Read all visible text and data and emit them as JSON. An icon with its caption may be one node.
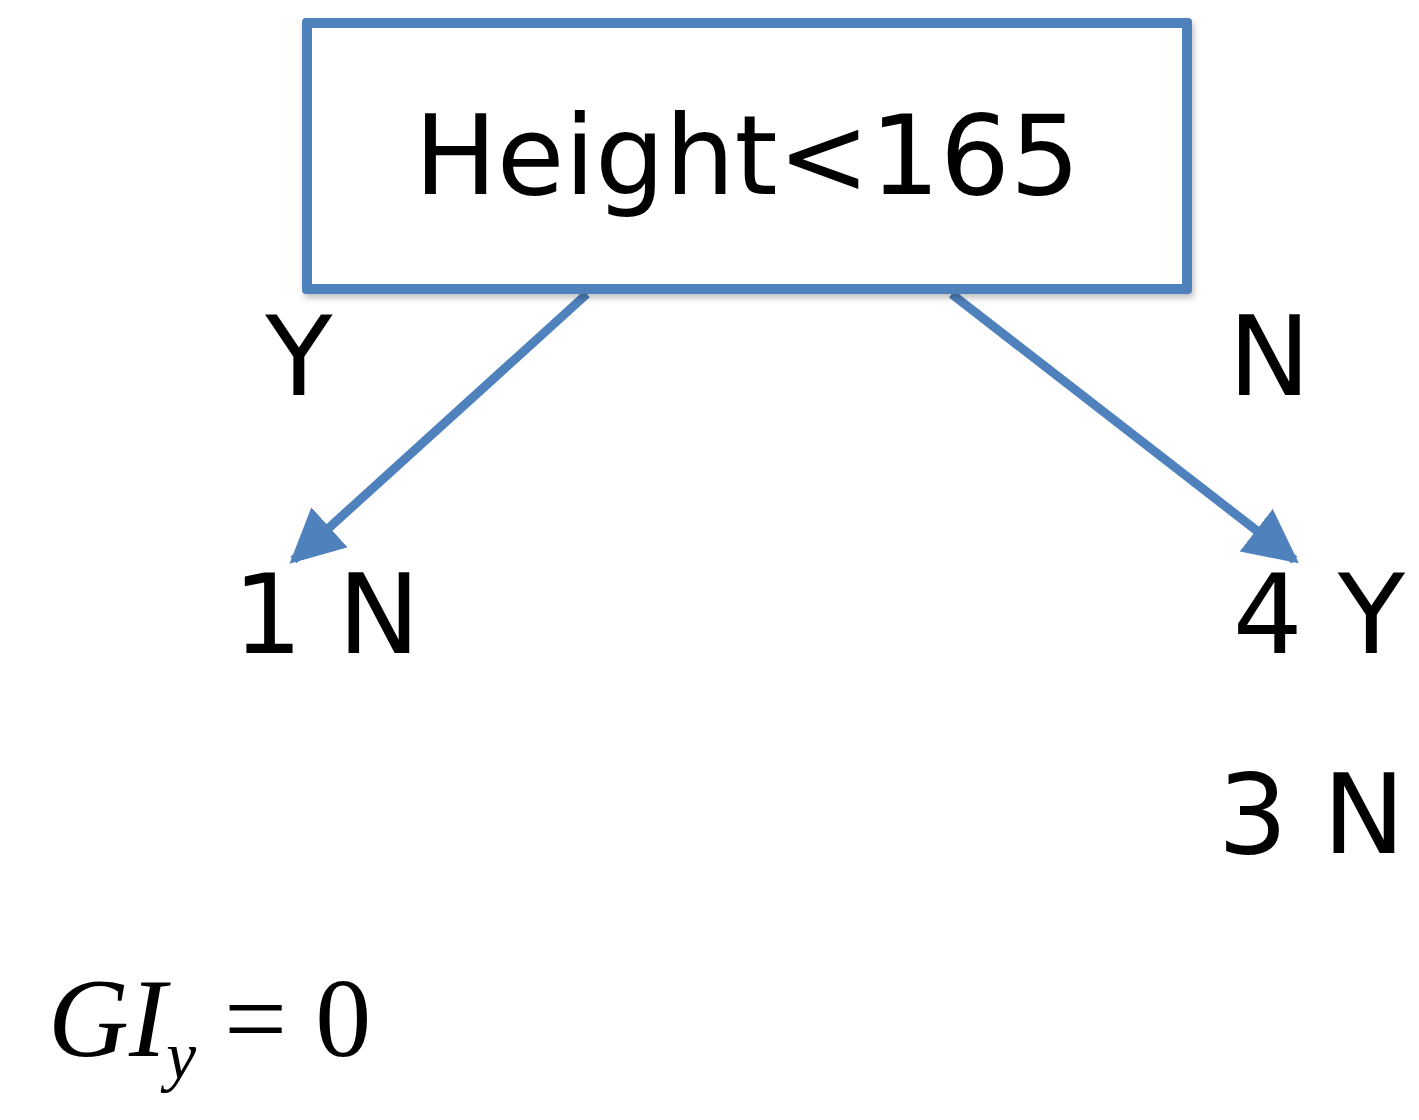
{
  "diagram": {
    "nodes": [
      {
        "text": [
          "Height<165"
        ]
      },
      {
        "text": [
          "1 N"
        ]
      },
      {
        "text": [
          "4 Y",
          "3 N"
        ]
      }
    ],
    "edges": [
      {
        "from": 0,
        "to": 1,
        "arrow": "to",
        "label": "Y"
      },
      {
        "from": 0,
        "to": 2,
        "arrow": "to",
        "label": "N"
      }
    ],
    "labels": [
      "*GI*$_{y}$ = 0"
    ]
  }
}
